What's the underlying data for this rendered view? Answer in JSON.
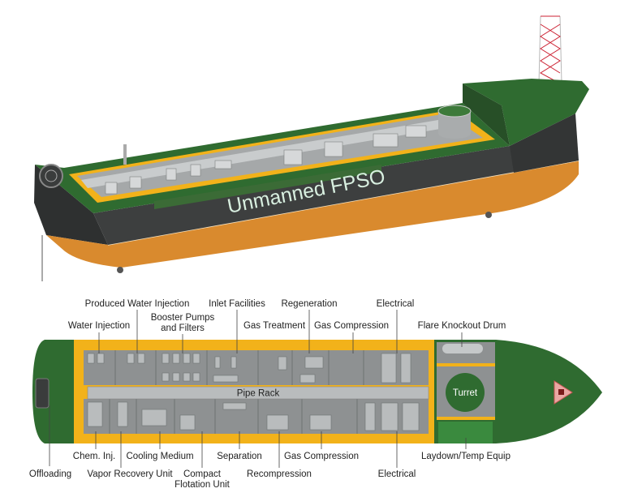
{
  "ship_name": "Unmanned FPSO",
  "colors": {
    "hull_green": "#2f6b30",
    "deck_yellow": "#f2b21a",
    "hull_dark": "#3d3f3f",
    "hull_orange": "#d98a2e",
    "module_gray": "#9a9d9e"
  },
  "plan": {
    "pipe_rack": "Pipe Rack",
    "turret": "Turret"
  },
  "labels_top": [
    {
      "text": "Produced Water Injection"
    },
    {
      "text": "Water Injection"
    },
    {
      "text": "Booster Pumps"
    },
    {
      "text": "and Filters"
    },
    {
      "text": "Inlet Facilities"
    },
    {
      "text": "Gas Treatment"
    },
    {
      "text": "Regeneration"
    },
    {
      "text": "Gas Compression"
    },
    {
      "text": "Electrical"
    },
    {
      "text": "Flare Knockout Drum"
    }
  ],
  "labels_bottom": [
    {
      "text": "Chem. Inj."
    },
    {
      "text": "Cooling Medium"
    },
    {
      "text": "Separation"
    },
    {
      "text": "Gas Compression"
    },
    {
      "text": "Laydown/Temp Equip"
    },
    {
      "text": "Offloading"
    },
    {
      "text": "Vapor Recovery Unit"
    },
    {
      "text": "Compact"
    },
    {
      "text": "Flotation Unit"
    },
    {
      "text": "Recompression"
    },
    {
      "text": "Electrical"
    }
  ]
}
